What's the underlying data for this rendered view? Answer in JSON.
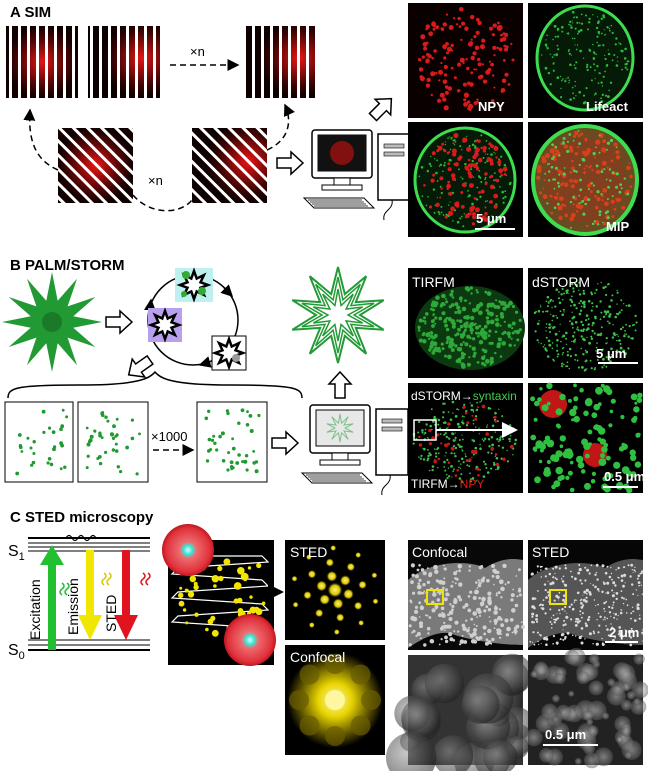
{
  "panels": {
    "a": {
      "letter": "A",
      "title": "SIM",
      "repeat": "×n",
      "images": {
        "npy": "NPY",
        "lifeact": "Lifeact",
        "mip": "MIP",
        "scale": "5 μm"
      }
    },
    "b": {
      "letter": "B",
      "title": "PALM/STORM",
      "repeat": "×1000",
      "images": {
        "tirfm": "TIRFM",
        "dstorm": "dSTORM",
        "scale1": "5 μm",
        "dstorm_syntaxin_prefix": "dSTORM→",
        "syntaxin": "syntaxin",
        "tirfm_npy_prefix": "TIRFM→",
        "npy": "NPY",
        "scale2": "0.5 μm"
      }
    },
    "c": {
      "letter": "C",
      "title": "STED microscopy",
      "levels": {
        "s1": "S",
        "s1_sub": "1",
        "s0": "S",
        "s0_sub": "0"
      },
      "arrows": {
        "excitation": "Excitation",
        "emission": "Emission",
        "sted": "STED"
      },
      "psf": {
        "sted": "STED",
        "confocal": "Confocal"
      },
      "images": {
        "confocal": "Confocal",
        "sted": "STED",
        "scale1": "2 μm",
        "scale2": "0.5 μm"
      }
    }
  },
  "colors": {
    "red": "#e0141e",
    "green": "#22a432",
    "yellow": "#f2e600",
    "cyan": "#35e0d0"
  }
}
